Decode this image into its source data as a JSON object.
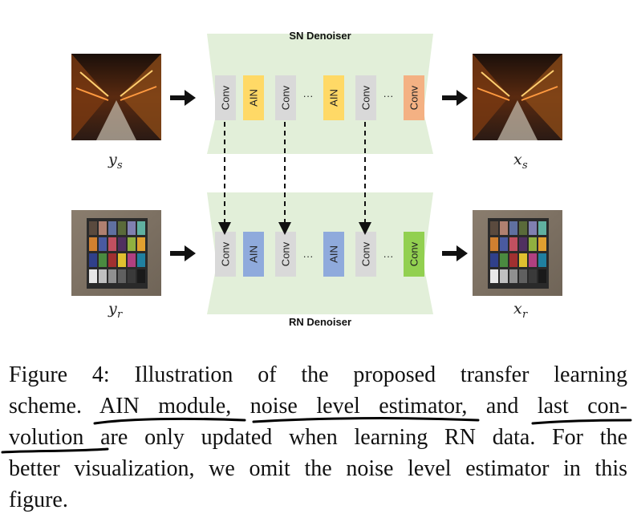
{
  "figure": {
    "sn_title": "SN Denoiser",
    "rn_title": "RN Denoiser",
    "sn_blocks": [
      {
        "label": "Conv",
        "color": "#d9d9d9"
      },
      {
        "label": "AIN",
        "color": "#ffd966"
      },
      {
        "label": "Conv",
        "color": "#d9d9d9"
      },
      {
        "label": "AIN",
        "color": "#ffd966"
      },
      {
        "label": "Conv",
        "color": "#d9d9d9"
      },
      {
        "label": "Conv",
        "color": "#f4b183"
      }
    ],
    "rn_blocks": [
      {
        "label": "Conv",
        "color": "#d9d9d9"
      },
      {
        "label": "AIN",
        "color": "#8faadc"
      },
      {
        "label": "Conv",
        "color": "#d9d9d9"
      },
      {
        "label": "AIN",
        "color": "#8faadc"
      },
      {
        "label": "Conv",
        "color": "#d9d9d9"
      },
      {
        "label": "Conv",
        "color": "#92d050"
      }
    ],
    "ellipsis": "···",
    "sn_input_var": "y",
    "sn_input_sub": "s",
    "sn_output_var": "x",
    "sn_output_sub": "s",
    "rn_input_var": "y",
    "rn_input_sub": "r",
    "rn_output_var": "x",
    "rn_output_sub": "r",
    "funnel_color": "#e2efd9"
  },
  "caption": {
    "line1": "Figure 4:  Illustration of the proposed transfer learning",
    "line2_a": "scheme. ",
    "line2_b": "AIN module",
    "line2_c": ", ",
    "line2_d": "noise level estimator",
    "line2_e": ", and ",
    "line2_f": "last con-",
    "line3_a": "volution",
    "line3_b": " are only updated when learning RN data.  For the",
    "line4": "better visualization, we omit the noise level estimator in this",
    "line5": "figure."
  }
}
